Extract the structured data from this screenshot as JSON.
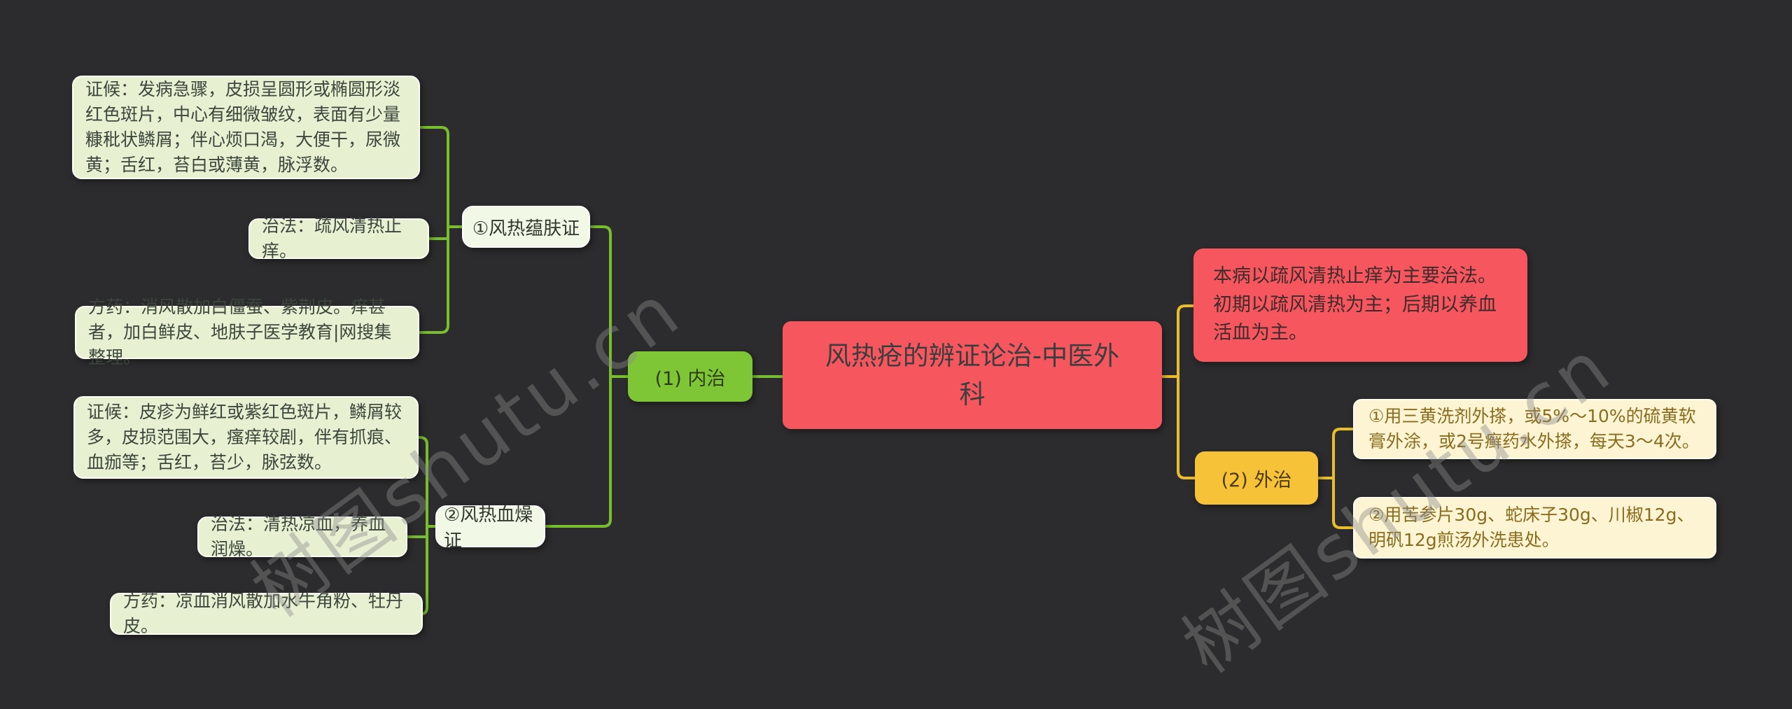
{
  "app": {
    "background": "#2c2c2e",
    "type": "mindmap"
  },
  "watermark": {
    "text": "树图shutu.cn"
  },
  "colors": {
    "root_fill": "#f6575f",
    "branch_internal_fill": "#7ec636",
    "branch_external_fill": "#f6c338",
    "connector_internal": "#77bd2f",
    "connector_external": "#e9bd2c",
    "leaf_internal_fill": "#e7f1d1",
    "leaf_external_fill": "#fcf4d3",
    "syndrome_fill": "#f1f8e6"
  },
  "root": {
    "title": "风热疮的辨证论治-中医外科"
  },
  "internal": {
    "label": "(1) 内治",
    "syndromes": [
      {
        "name": "①风热蕴肤证",
        "zhenghou": "证候：发病急骤，皮损呈圆形或椭圆形淡红色斑片，中心有细微皱纹，表面有少量糠秕状鳞屑；伴心烦口渴，大便干，尿微黄；舌红，苔白或薄黄，脉浮数。",
        "zhifa": "治法：疏风清热止痒。",
        "fangyao": "方药：消风散加白僵蚕、紫荆皮。痒甚者，加白鲜皮、地肤子医学教育|网搜集整理。"
      },
      {
        "name": "②风热血燥证",
        "zhenghou": "证候：皮疹为鲜红或紫红色斑片，鳞屑较多，皮损范围大，瘙痒较剧，伴有抓痕、血痂等；舌红，苔少，脉弦数。",
        "zhifa": "治法：清热凉血，养血润燥。",
        "fangyao": "方药：凉血消风散加水牛角粉、牡丹皮。"
      }
    ]
  },
  "external": {
    "label": "(2) 外治",
    "note": "本病以疏风清热止痒为主要治法。初期以疏风清热为主；后期以养血活血为主。",
    "methods": [
      "①用三黄洗剂外搽，或5%～10%的硫黄软膏外涂，或2号癣药水外搽，每天3～4次。",
      "②用苦参片30g、蛇床子30g、川椒12g、明矾12g煎汤外洗患处。"
    ]
  }
}
